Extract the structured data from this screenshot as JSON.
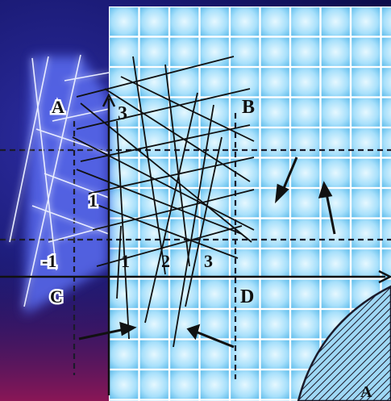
{
  "colors": {
    "background_dark": "#16166a",
    "background_magenta": "#7a1456",
    "tile_light": "#bfe9ff",
    "tile_mid": "#6cc8f5",
    "tile_grout": "#ffffff",
    "glow": "#6a7cff",
    "ink": "#111111"
  },
  "labels": {
    "point_a": "A",
    "point_b": "B",
    "point_c": "C",
    "point_d": "D",
    "y_tick_3": "3",
    "y_tick_1": "1",
    "x_tick_neg1": "-1",
    "x_tick_1": "1",
    "x_tick_2": "2",
    "x_tick_3": "3",
    "region_a": "A"
  },
  "icons": {
    "x_axis_arrow": "arrow-right-icon",
    "y_axis_arrow": "arrow-up-icon",
    "hint_arrows": "arrow-icon"
  }
}
